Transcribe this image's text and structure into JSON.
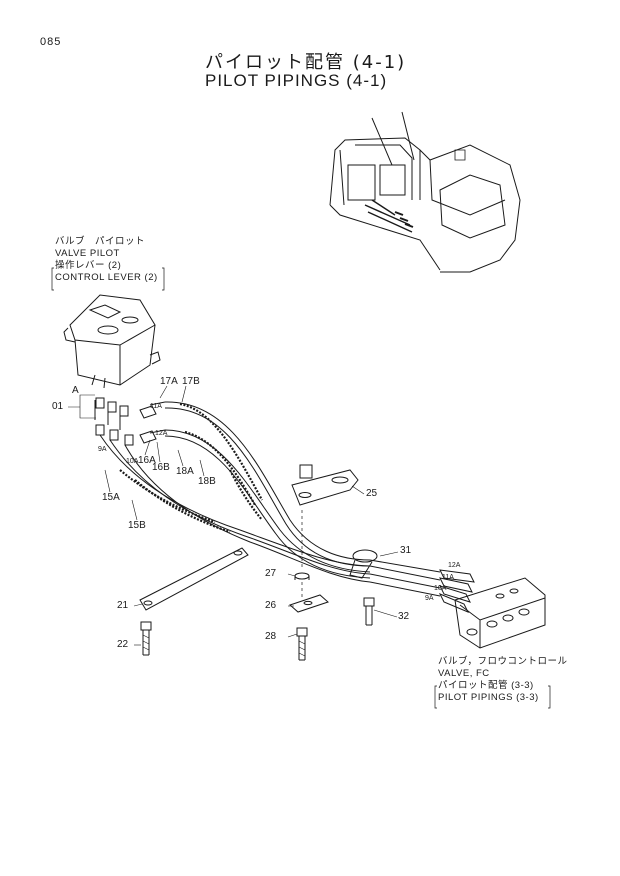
{
  "page_number": "085",
  "title": {
    "jp": "パイロット配管 (4-1)",
    "en": "PILOT PIPINGS (4-1)"
  },
  "valve_pilot_caption": {
    "jp": "バルブ　パイロット",
    "en": "VALVE PILOT",
    "sub_jp": "操作レバー (2)",
    "sub_en": "CONTROL LEVER (2)"
  },
  "valve_fc_caption": {
    "jp": "バルブ，フロウコントロール",
    "en": "VALVE, FC",
    "sub_jp": "パイロット配管 (3-3)",
    "sub_en": "PILOT PIPINGS (3-3)"
  },
  "labels": {
    "a": "A",
    "p01": "01",
    "p17a": "17A",
    "p17b": "17B",
    "p16a": "16A",
    "p16b": "16B",
    "p18a": "18A",
    "p18b": "18B",
    "p15a": "15A",
    "p15b": "15B",
    "p25": "25",
    "p31": "31",
    "p27": "27",
    "p26": "26",
    "p28": "28",
    "p21": "21",
    "p22": "22",
    "p32": "32",
    "s11a": "11A",
    "s12a": "12A",
    "s9a": "9A",
    "s10a": "10A",
    "r12a": "12A",
    "r11a": "11A",
    "r10a": "10A",
    "r9a": "9A"
  }
}
